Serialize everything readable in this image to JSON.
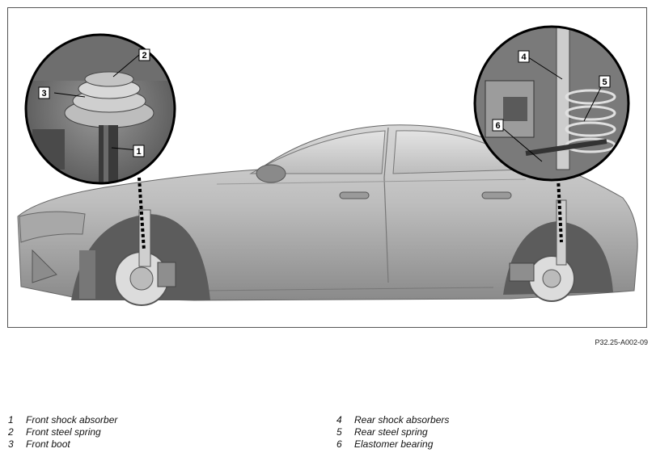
{
  "figure_code": "P32.25-A002-09",
  "callouts": [
    "1",
    "2",
    "3",
    "4",
    "5",
    "6"
  ],
  "legend": {
    "left": [
      {
        "num": "1",
        "label": "Front shock absorber"
      },
      {
        "num": "2",
        "label": "Front steel spring"
      },
      {
        "num": "3",
        "label": "Front boot"
      }
    ],
    "right": [
      {
        "num": "4",
        "label": "Rear shock absorbers"
      },
      {
        "num": "5",
        "label": "Rear steel spring"
      },
      {
        "num": "6",
        "label": "Elastomer bearing"
      }
    ]
  }
}
